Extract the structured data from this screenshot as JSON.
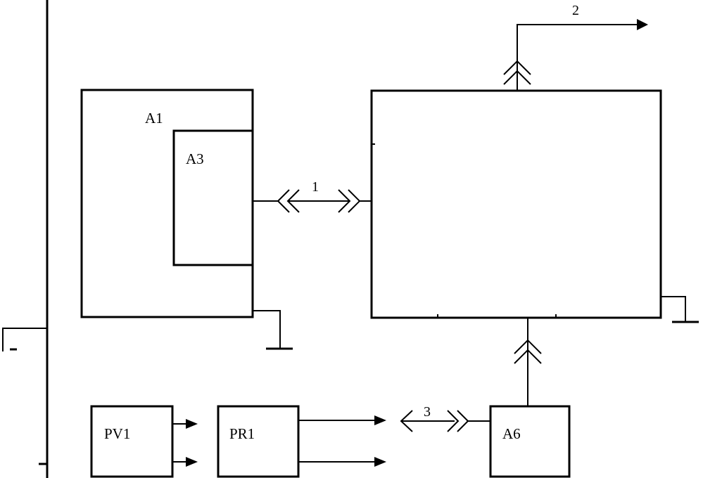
{
  "blocks": {
    "a1": "A1",
    "a3": "A3",
    "a6": "A6",
    "pv1": "PV1",
    "pr1": "PR1"
  },
  "connections": {
    "link_1": "1",
    "link_2": "2",
    "link_3": "3"
  }
}
